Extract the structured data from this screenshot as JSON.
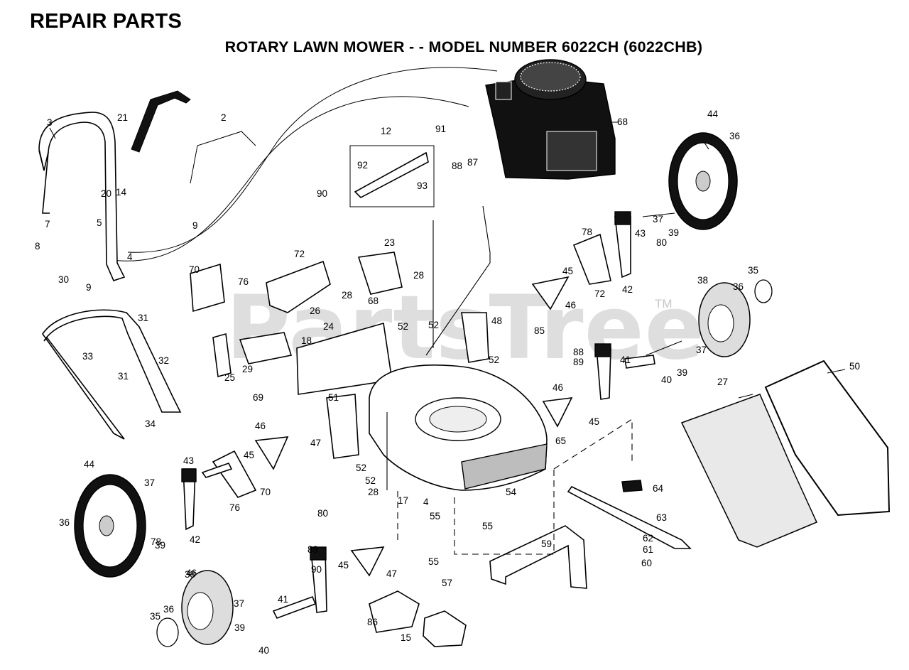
{
  "header": {
    "title": "REPAIR PARTS",
    "subtitle": "ROTARY LAWN MOWER - - MODEL NUMBER 6022CH (6022CHB)"
  },
  "watermark": {
    "text": "PartsTree",
    "tm": "TM"
  },
  "callouts": [
    "2",
    "3",
    "4",
    "4",
    "5",
    "7",
    "8",
    "9",
    "9",
    "12",
    "14",
    "15",
    "17",
    "18",
    "20",
    "21",
    "23",
    "24",
    "25",
    "26",
    "27",
    "28",
    "28",
    "28",
    "29",
    "30",
    "31",
    "31",
    "32",
    "33",
    "34",
    "35",
    "35",
    "36",
    "36",
    "36",
    "36",
    "37",
    "37",
    "37",
    "37",
    "38",
    "38",
    "39",
    "39",
    "39",
    "39",
    "40",
    "40",
    "41",
    "41",
    "42",
    "42",
    "43",
    "43",
    "44",
    "44",
    "45",
    "45",
    "45",
    "45",
    "46",
    "46",
    "46",
    "46",
    "47",
    "47",
    "48",
    "50",
    "51",
    "52",
    "52",
    "52",
    "52",
    "52",
    "54",
    "55",
    "55",
    "55",
    "57",
    "59",
    "60",
    "61",
    "62",
    "63",
    "64",
    "65",
    "68",
    "68",
    "69",
    "70",
    "70",
    "72",
    "72",
    "76",
    "76",
    "78",
    "78",
    "80",
    "80",
    "85",
    "86",
    "87",
    "88",
    "88",
    "89",
    "89",
    "90",
    "90",
    "91",
    "92",
    "93"
  ]
}
